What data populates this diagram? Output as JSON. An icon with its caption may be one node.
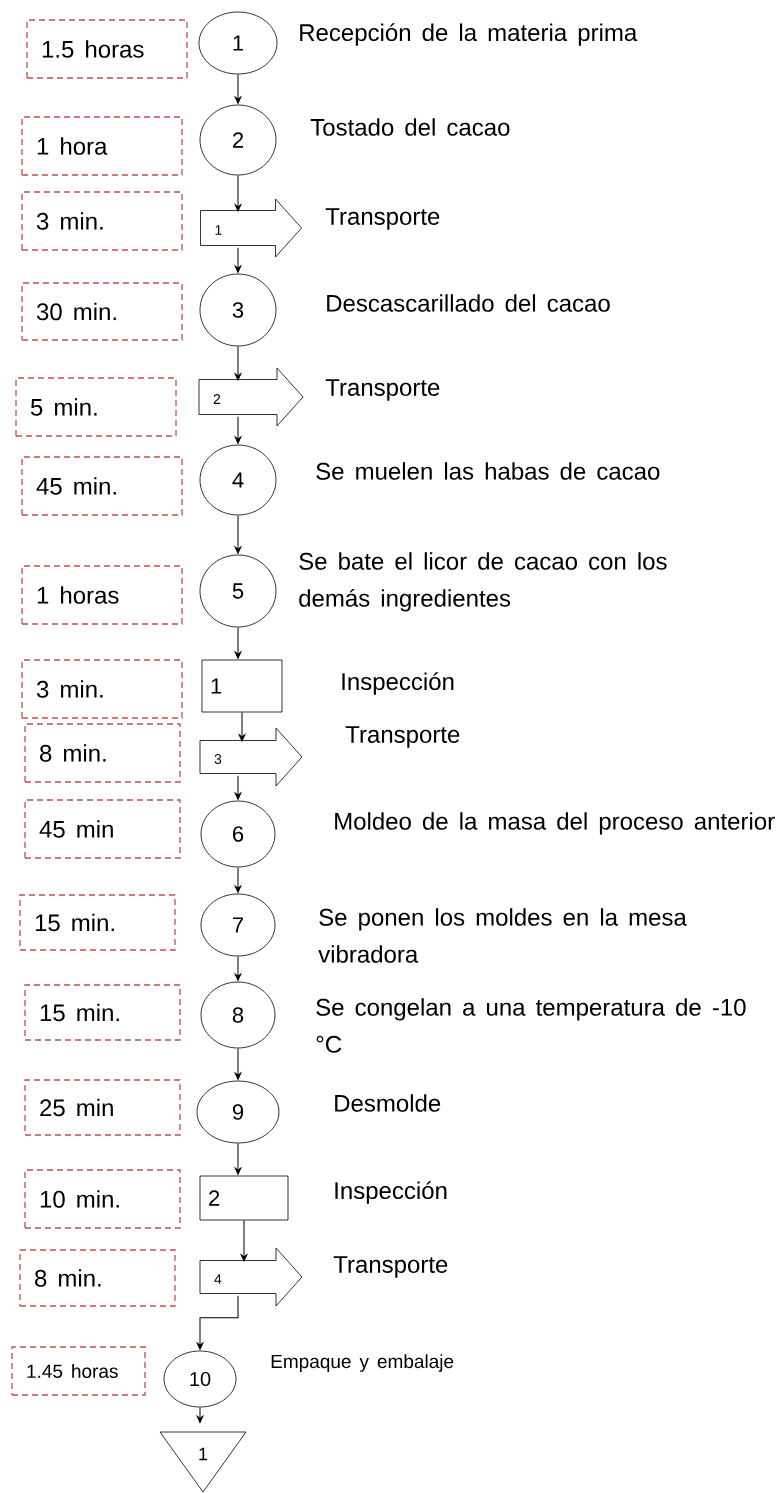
{
  "diagram": {
    "nodes": [
      {
        "text": [
          "1.5 horas"
        ]
      },
      {
        "text": [
          "1"
        ],
        "beside": [
          "Recepción de la materia prima"
        ]
      },
      {
        "text": [
          "1 hora"
        ]
      },
      {
        "text": [
          "2"
        ],
        "beside": [
          "Tostado del cacao"
        ]
      },
      {
        "text": [
          "3 min."
        ]
      },
      {
        "text": [
          "1"
        ],
        "beside": [
          "Transporte"
        ]
      },
      {
        "text": [
          "30 min."
        ]
      },
      {
        "text": [
          "3"
        ],
        "beside": [
          "Descascarillado del cacao"
        ]
      },
      {
        "text": [
          "5 min."
        ]
      },
      {
        "text": [
          "2"
        ],
        "beside": [
          "Transporte"
        ]
      },
      {
        "text": [
          "45 min."
        ]
      },
      {
        "text": [
          "4"
        ],
        "beside": [
          "Se muelen las habas de cacao"
        ]
      },
      {
        "text": [
          "1 horas"
        ]
      },
      {
        "text": [
          "5"
        ],
        "beside": [
          "Se bate el licor de cacao con los demás ingredientes"
        ]
      },
      {
        "text": [
          "3 min."
        ]
      },
      {
        "text": [
          "1"
        ],
        "beside": [
          "Inspección"
        ]
      },
      {
        "text": [
          "8 min."
        ]
      },
      {
        "text": [
          "3"
        ],
        "beside": [
          "Transporte"
        ]
      },
      {
        "text": [
          "45 min"
        ]
      },
      {
        "text": [
          "6"
        ],
        "beside": [
          "Moldeo de la masa del proceso anterior"
        ]
      },
      {
        "text": [
          "15 min."
        ]
      },
      {
        "text": [
          "7"
        ],
        "beside": [
          "Se ponen los moldes en la mesa vibradora"
        ]
      },
      {
        "text": [
          "15 min."
        ]
      },
      {
        "text": [
          "8"
        ],
        "beside": [
          "Se congelan a una temperatura de -10 °C"
        ]
      },
      {
        "text": [
          "25 min"
        ]
      },
      {
        "text": [
          "9"
        ],
        "beside": [
          "Desmolde"
        ]
      },
      {
        "text": [
          "10 min."
        ]
      },
      {
        "text": [
          "2"
        ],
        "beside": [
          "Inspección"
        ]
      },
      {
        "text": [
          "8 min."
        ]
      },
      {
        "text": [
          "4"
        ],
        "beside": [
          "Transporte"
        ]
      },
      {
        "text": [
          "1.45 horas"
        ]
      },
      {
        "text": [
          "10"
        ],
        "beside": [
          "Empaque y embalaje"
        ]
      },
      {
        "text": [
          "1"
        ]
      }
    ],
    "edges": [
      {
        "from": 1,
        "to": 3,
        "arrow": "to"
      },
      {
        "from": 3,
        "to": 5,
        "arrow": "to"
      },
      {
        "from": 5,
        "to": 7,
        "arrow": "to"
      },
      {
        "from": 7,
        "to": 9,
        "arrow": "to"
      },
      {
        "from": 9,
        "to": 11,
        "arrow": "to"
      },
      {
        "from": 11,
        "to": 13,
        "arrow": "to"
      },
      {
        "from": 13,
        "to": 15,
        "arrow": "to"
      },
      {
        "from": 15,
        "to": 17,
        "arrow": "to"
      },
      {
        "from": 17,
        "to": 19,
        "arrow": "to"
      },
      {
        "from": 19,
        "to": 21,
        "arrow": "to"
      },
      {
        "from": 21,
        "to": 23,
        "arrow": "to"
      },
      {
        "from": 23,
        "to": 25,
        "arrow": "to"
      },
      {
        "from": 25,
        "to": 27,
        "arrow": "to"
      },
      {
        "from": 27,
        "to": 29,
        "arrow": "to"
      },
      {
        "from": 29,
        "to": 31,
        "arrow": "to"
      },
      {
        "from": 31,
        "to": 32,
        "arrow": "to"
      }
    ]
  }
}
